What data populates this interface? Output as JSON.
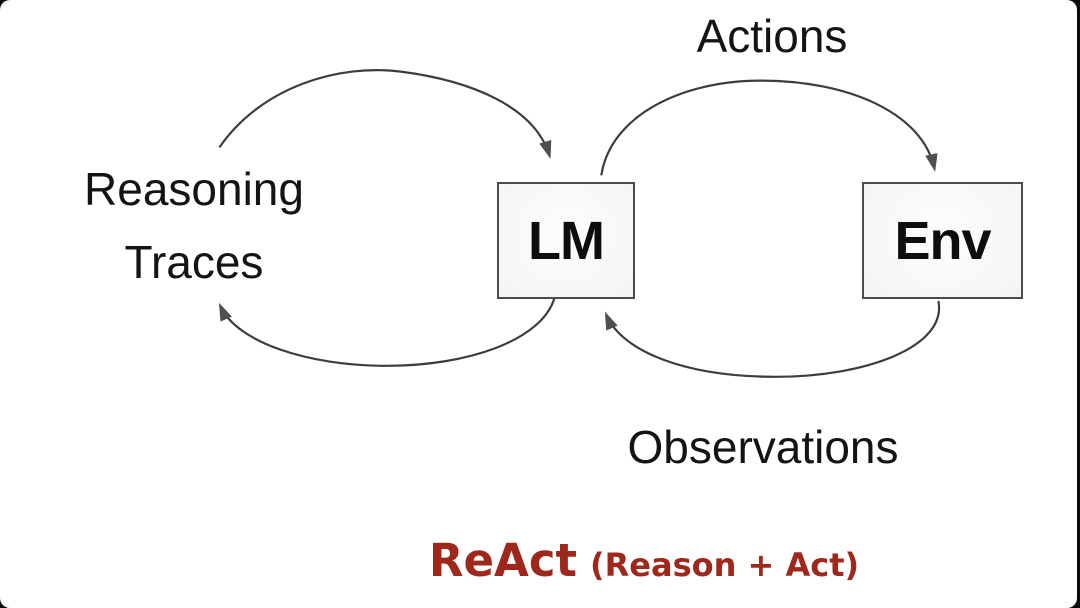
{
  "colors": {
    "background": "#ffffff",
    "frame": "#0a0a0a",
    "arrow": "#3d3d3d",
    "arrowhead": "#4f4f4f",
    "node_border": "#4b4b4b",
    "node_fill": "#f4f4f2",
    "text": "#141414",
    "title": "#9E281C"
  },
  "nodes": {
    "lm": {
      "label": "LM"
    },
    "env": {
      "label": "Env"
    }
  },
  "labels": {
    "reasoning_line1": "Reasoning",
    "reasoning_line2": "Traces",
    "actions": "Actions",
    "observations": "Observations"
  },
  "arrows": [
    {
      "name": "reasoning-to-lm",
      "from": "Reasoning Traces",
      "to": "LM"
    },
    {
      "name": "lm-to-reasoning",
      "from": "LM",
      "to": "Reasoning Traces"
    },
    {
      "name": "lm-to-env",
      "from": "LM",
      "to": "Env",
      "label": "Actions"
    },
    {
      "name": "env-to-lm",
      "from": "Env",
      "to": "LM",
      "label": "Observations"
    }
  ],
  "title": {
    "main": "ReAct",
    "sub": "(Reason + Act)"
  }
}
